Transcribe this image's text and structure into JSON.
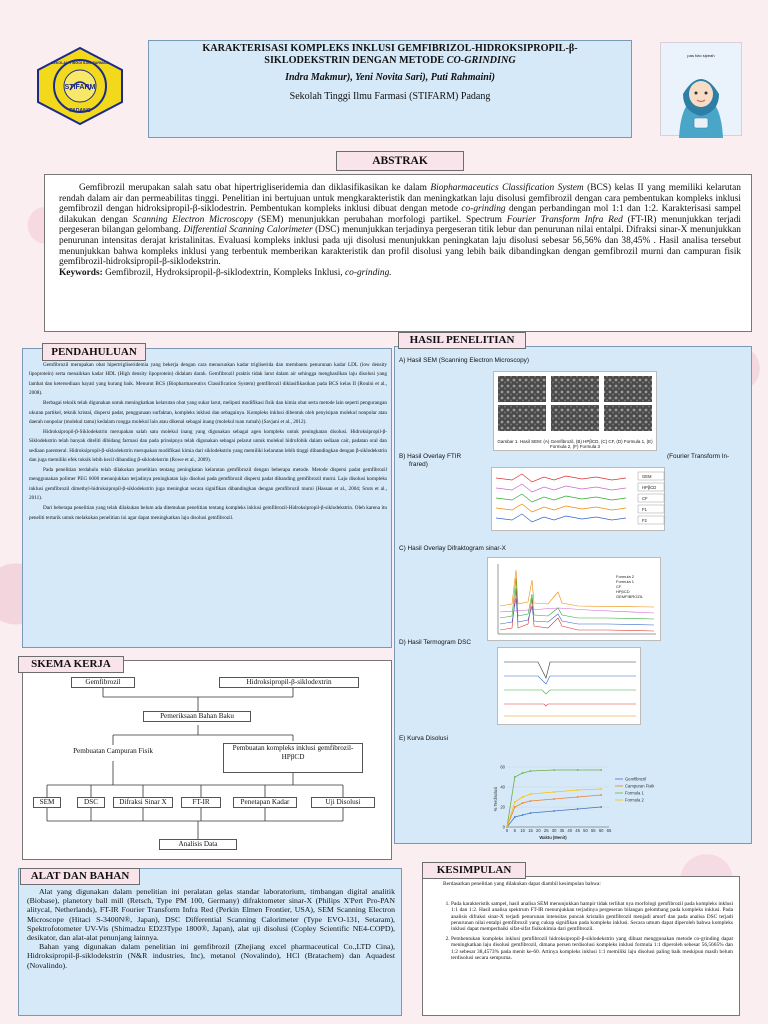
{
  "header": {
    "title_line1": "KARAKTERISASI KOMPLEKS INKLUSI GEMFIBRIZOL-HIDROKSIPROPIL-β-",
    "title_line2_plain": "SIKLODEKSTRIN DENGAN METODE ",
    "title_line2_italic": "CO-GRINDING",
    "authors": "Indra Makmur), Yeni Novita Sari), Puti Rahmaini)",
    "institution": "Sekolah Tinggi Ilmu Farmasi (STIFARM) Padang"
  },
  "logo": {
    "top_text": "SEKOLAH TINGGI ILMU FARMASI",
    "center_text": "STIFARM",
    "bottom_text": "PADANG",
    "color": "#f2d91c",
    "ring_color": "#1c2a8a"
  },
  "avatar_card": {
    "caption": "pas foto sipeah"
  },
  "abstract": {
    "heading": "ABSTRAK",
    "text_1": "Gemfibrozil merupakan salah satu obat hipertrigliseridemia dan diklasifikasikan ke dalam ",
    "text_1_italic": "Biopharmaceutics Classification System",
    "text_2": " (BCS) kelas II yang memiliki kelarutan rendah dalam air dan permeabilitas tinggi. Penelitian ini bertujuan untuk mengkarakteristik dan meningkatkan laju disolusi gemfibrozil dengan cara pembentukan kompleks inklusi gemfibrozil dengan hidroksipropil-β-siklodestrin. Pembentukan kompleks inklusi dibuat dengan metode ",
    "text_2_italic": "co-grinding",
    "text_3": " dengan perbandingan mol 1:1 dan 1:2. Karakterisasi sampel dilakukan dengan ",
    "text_3_italic": "Scanning Electron Microscopy",
    "text_4": " (SEM) menunjukkan perubahan morfologi partikel. Spectrum ",
    "text_4_italic": "Fourier Transform Infra Red",
    "text_5": " (FT-IR) menunjukkan terjadi pergeseran bilangan gelombang. ",
    "text_5_italic": "Differential Scanning Calorimeter",
    "text_6": " (DSC) menunjukkan terjadinya pergeseran titik lebur dan penurunan nilai entalpi. Difraksi sinar-X menunjukkan penurunan intensitas derajat kristalinitas. Evaluasi kompleks inklusi pada uji disolusi menunjukkan peningkatan laju disolusi sebesar 56,56% dan 38,45% . Hasil analisa tersebut menunjukkan bahwa kompleks inklusi yang terbentuk memberikan karakteristik dan profil disolusi yang lebih baik dibandingkan dengan gemfibrozil murni dan campuran fisik gemfibrozil-hidroksipropil-β-siklodekstrin.",
    "keywords_label": "Keywords:",
    "keywords_text": " Gemfibrozil, Hydroksipropil-β-siklodextrin, Kompleks Inklusi, ",
    "keywords_italic": "co-grinding."
  },
  "pendahuluan": {
    "heading": "PENDAHULUAN",
    "paragraphs": [
      "Gemfibrozil merupakan obat hipertrigliseridemia yang bekerja dengan cara menurunkan kadar trigliserida dan membantu penurunan kadar LDL (low density lipoprotein) serta menaikkan kadar HDL (High density lipoprotein) didalam darah. Gemfibrozil praktis tidak larut dalam air sehingga menghasilkan laju disolusi yang lambat dan ketersediaan hayati yang kurang baik. Menurut BCS (Biopharmaceutics Classification System) gemfibrozil diklasifikasikan pada BCS kelas II (Rouini et al., 2008).",
      "Berbagai teknik telah digunakan untuk meningkatkan kelarutan obat yang sukar larut, meliputi modifikasi fisik dan kimia obat serta metode lain seperti pengurangan ukuran partikel, teknik kristal, dispersi padat, penggunaan surfaktan, kompleks inklusi dan sebagainya. Kompleks inklusi dibentuk oleh penyisipan molekul nonpolar atau daerah nonpolar (molekul tamu) kedalam rongga molekul lain atau dikenal sebagai inang (molekul tuan rumah) (Savjani et al., 2012).",
      "Hidroksipropil-β-Siklodekstrin merupakan salah satu molekul inang yang digunakan sebagai agen kompleks untuk peningkatan disolusi. Hidroksipropil-β-Siklodekstrin telah banyak diteliti dibidang farmasi dan pada prinsipnya telah digunakan sebagai pelarut untuk molekul hidrofobik dalam sediaan cair, padatan oral dan sediaan parenteral. Hidroksipropil-β-siklodekstrin merupakan modifikasi kimia dari siklodekstrin yang memiliki kelarutan lebih tinggi dibandingkan dengan β-siklodekstrin dan juga memiliki efek toksik lebih kecil dibanding β-siklodekstrin (Rowe et al., 2009).",
      "Pada penelitian terdahulu telah dilakukan penelitian tentang peningkatan kelarutan gemfibrozil dengan beberapa metode. Metode dispersi padat gemfibrozil menggunakan polimer PEG 6000 menunjukkan terjadinya peningkatan laju disolusi pada gemfibrozil dispersi padat dibanding gemfibrozil murni. Laju disolusi kompleks inklusi gemfibrozil dimethyl-hidroksipropil-β-siklodekstrin juga meningkat secara signifikan dibandingkan dengan gemfibrozil murni (Hassan et al., 2004; Sruts et al., 2011).",
      "Dari beberapa penelitian yang telah dilakukan belum ada ditemukan penelitian tentang kompleks inklusi gemfibrozil-Hidroksipropil-β-siklodekstrin. Oleh karena itu peneliti tertarik untuk melakukan penelitian ini agar dapat meningkatkan laju disolusi gemfibrozil."
    ]
  },
  "skema": {
    "heading": "SKEMA KERJA",
    "gemfibrozil": "Gemfibrozil",
    "hpbcd": "Hidroksipropil-β-siklodextrin",
    "pemeriksaan": "Pemeriksaan Bahan Baku",
    "campuran": "Pembuatan Campuran Fisik",
    "kompleks": "Pembuatan kompleks inklusi gemfibrozil-HPβCD",
    "tests": [
      "SEM",
      "DSC",
      "Difraksi Sinar X",
      "FT-IR",
      "Penetapan Kadar",
      "Uji Disolusi"
    ],
    "analisis": "Analisis Data"
  },
  "alat": {
    "heading": "ALAT DAN BAHAN",
    "p1": "Alat yang digunakan dalam penelitian ini peralatan gelas standar laboratorium, timbangan digital analitik (Biobase), planetory ball mill (Retsch, Type PM 100, Germany) difraktometer sinar-X (Philips X'Pert Pro-PAN alitycal, Netherlands), FT-IR Fourier Transform Infra Red (Perkin Elmen Frontier, USA), SEM Scanning Electron Microscope (Hitaci S-3400N®, Japan), DSC Differential Scanning Calorimeter (Type EVO-131, Setaram), Spektrofotometer UV-Vis (Shimadzu ED23Type 1800®, Japan), alat uji disolusi (Copley Scientific NE4-COPD), desikator, dan alat-alat penunjang lainnya.",
    "p2": "Bahan yang digunakan dalam penelitian ini gemfibrozil (Zhejiang excel pharmaceutical Co.,LTD Cina), Hidroksipropil-β-siklodekstrin (N&R industries, Inc), metanol (Novalindo), HCl (Bratachem) dan Aquadest (Novalindo)."
  },
  "hasil": {
    "heading": "HASIL PENELITIAN",
    "a": "A)   Hasil SEM (Scanning Electron Microscopy)",
    "sem_caption": "Gambar 1. Hasil SEM: (A) Gemfibrozil, (B) HPβCD, (C) CF, (D) Formula 1, (E) Formula 2, (F) Formula 3",
    "b": "B)   Hasil Overlay FTIR",
    "b_right": "(Fourier Transform In-",
    "b_2": "frared)",
    "ftir_legend": [
      "GEM",
      "HPβCD",
      "CF",
      "F1",
      "F2"
    ],
    "c": "C)   Hasil Overlay Difraktogram sinar-X",
    "xrd_legend": [
      "Formula 2",
      "Formula 1",
      "CF",
      "HPβCD",
      "GEMFIBROZIL"
    ],
    "d": "D)   Hasil Termogram DSC",
    "e": "E)   Kurva Disolusi",
    "dis_legend": [
      "Gemfibrozil",
      "Campuran Fisik",
      "Formula 1",
      "Formula 2"
    ],
    "dis_xlabel": "Waktu (Menit)",
    "dis_ylabel": "% Terdisolusi",
    "dis_xticks": [
      "0",
      "5",
      "10",
      "15",
      "20",
      "25",
      "30",
      "35",
      "40",
      "45",
      "50",
      "55",
      "60",
      "65"
    ],
    "dis_yticks": [
      "0",
      "20",
      "40",
      "60"
    ]
  },
  "kesimpulan": {
    "heading": "KESIMPULAN",
    "intro": "Berdasarkan penelitian yang dilakukan dapat diambil kesimpulan bahwa:",
    "items": [
      "Pada karakteristik sampel, hasil analisa SEM menunjukkan hampir tidak terlihat nya morfologi gemfibrozil pada kompleks inklusi 1:1 dan 1:2. Hasil analisa spektrum FT-IR menunjukkan terjadinya pergeseran bilangan gelombang pada kompleks inklusi. Pada analisis difraksi sinar-X terjadi penurunan intensitas puncak kristalin gemfibrozil menjadi amorf dan pada analisa DSC terjadi penurunan nilai entalpi gemfibrozil yang cukup signifikan pada kompleks inklusi. Secara umum dapat diperoleh bahwa kompleks inklusi dapat memperbaiki sifat-sifat fisikokimia dari gemfibrozil.",
      "Pembentukan kompleks inklusi gemfibrozil hidroksipropil-β-siklodekstrin yang dibuat menggunakan metode co-grinding dapat meningkatkan laju disolusi gemfibrozil, dimana persen terdisolusi kompleks inklusi formula 1:1 diperoleh sebesar 56,5665% dan 1:2 sebesar 38,4573% pada menit ke-60. Artinya kompleks inklusi 1:1 memiliki laju disolusi paling baik meskipun masih belum terdisolusi secara sempurna."
    ]
  },
  "chart_data": {
    "type": "line",
    "xlabel": "Waktu (Menit)",
    "ylabel": "% Terdisolusi",
    "x": [
      0,
      5,
      10,
      15,
      30,
      45,
      60
    ],
    "ylim": [
      0,
      70
    ],
    "series": [
      {
        "name": "Gemfibrozil",
        "values": [
          0,
          10,
          12,
          14,
          16,
          18,
          20
        ],
        "color": "#4472c4"
      },
      {
        "name": "Campuran Fisik",
        "values": [
          0,
          20,
          24,
          26,
          28,
          30,
          32
        ],
        "color": "#ed7d31"
      },
      {
        "name": "Formula 1",
        "values": [
          0,
          50,
          54,
          56,
          57,
          57,
          57
        ],
        "color": "#70ad47"
      },
      {
        "name": "Formula 2",
        "values": [
          0,
          25,
          30,
          33,
          35,
          37,
          38
        ],
        "color": "#ffc000"
      }
    ]
  }
}
